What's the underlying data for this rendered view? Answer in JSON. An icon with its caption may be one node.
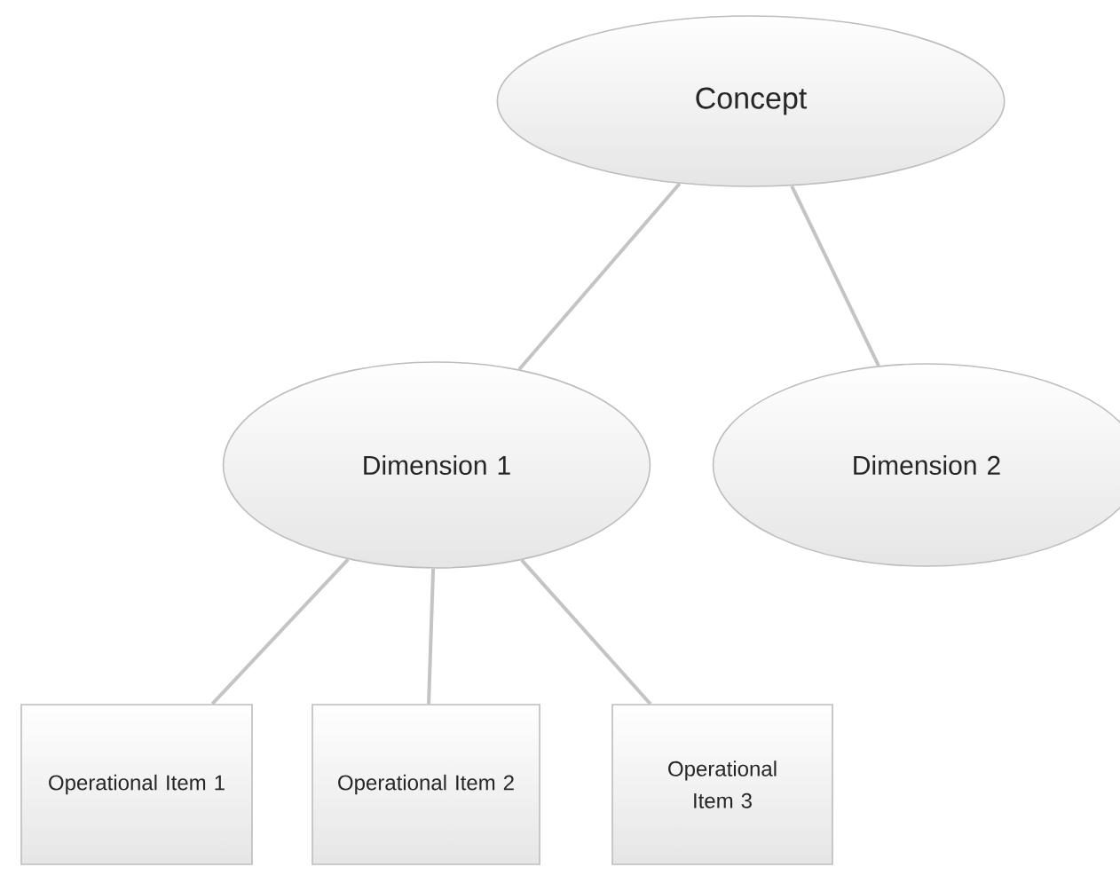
{
  "diagram": {
    "nodes": [
      {
        "text": [
          "Concept"
        ]
      },
      {
        "text": [
          "Dimension 1"
        ]
      },
      {
        "text": [
          "Dimension 2"
        ]
      },
      {
        "text": [
          "Operational Item 1"
        ]
      },
      {
        "text": [
          "Operational Item 2"
        ]
      },
      {
        "text": [
          "Operational Item 3"
        ]
      }
    ],
    "edges": [
      {
        "from": 0,
        "to": 1,
        "arrow": "none"
      },
      {
        "from": 0,
        "to": 2,
        "arrow": "none"
      },
      {
        "from": 1,
        "to": 3,
        "arrow": "none"
      },
      {
        "from": 1,
        "to": 4,
        "arrow": "none"
      },
      {
        "from": 1,
        "to": 5,
        "arrow": "none"
      }
    ]
  }
}
